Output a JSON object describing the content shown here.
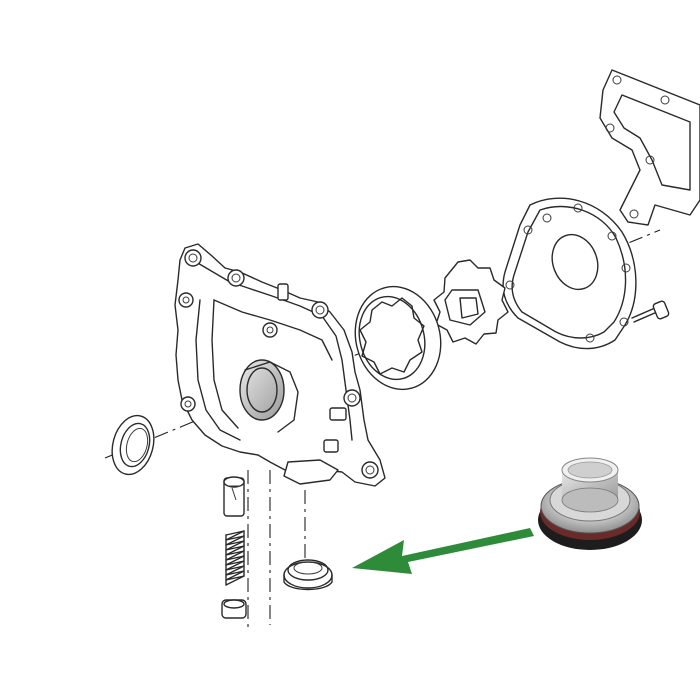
{
  "diagram": {
    "parts": [
      {
        "id": "gasket",
        "icon": "gasket-outline"
      },
      {
        "id": "cover-plate",
        "icon": "cover-plate-outline"
      },
      {
        "id": "cover-screw",
        "icon": "screw-outline"
      },
      {
        "id": "inner-rotor",
        "icon": "gear-rotor-outline"
      },
      {
        "id": "outer-rotor",
        "icon": "outer-rotor-ring-outline"
      },
      {
        "id": "pump-housing",
        "icon": "pump-body-outline"
      },
      {
        "id": "front-seal",
        "icon": "seal-ring-outline"
      },
      {
        "id": "relief-valve-plunger",
        "icon": "plunger-outline"
      },
      {
        "id": "relief-valve-spring",
        "icon": "spring-outline"
      },
      {
        "id": "relief-valve-plug",
        "icon": "plug-outline"
      },
      {
        "id": "pickup-seal",
        "icon": "seal-ring-outline"
      }
    ],
    "callout": {
      "arrow_color": "#2e8b3a",
      "photo": "seal-ring-photo"
    },
    "colors": {
      "line": "#2a2a2a",
      "background": "#ffffff",
      "arrow": "#2e8b3a"
    }
  }
}
